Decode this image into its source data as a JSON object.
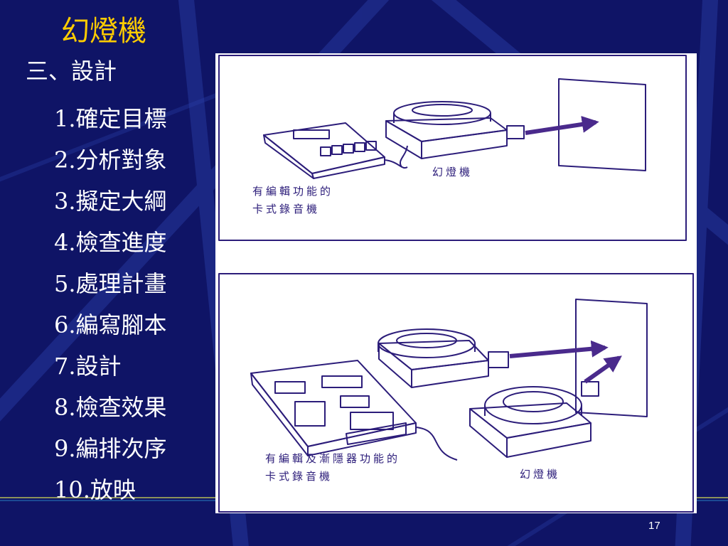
{
  "title": "幻燈機",
  "section": "三、設計",
  "steps": [
    "1.確定目標",
    "2.分析對象",
    "3.擬定大綱",
    "4.檢查進度",
    "5.處理計畫",
    "6.編寫腳本",
    "7.設計",
    "8.檢查效果",
    "9.編排次序",
    "10.放映"
  ],
  "figure_top": {
    "projector_label": "幻燈機",
    "recorder_label": [
      "有編輯功能的",
      "卡式錄音機"
    ]
  },
  "figure_bottom": {
    "projector_label": "幻燈機",
    "recorder_label": [
      "有編輯及漸隱器功能的",
      "卡式錄音機"
    ]
  },
  "page_number": "17",
  "colors": {
    "background": "#0f1466",
    "title": "#ffcc00",
    "text": "#ffffff",
    "drawing": "#2c1d7a",
    "arrow": "#4a2a8c",
    "bottom_rule": "#9aa05a"
  }
}
